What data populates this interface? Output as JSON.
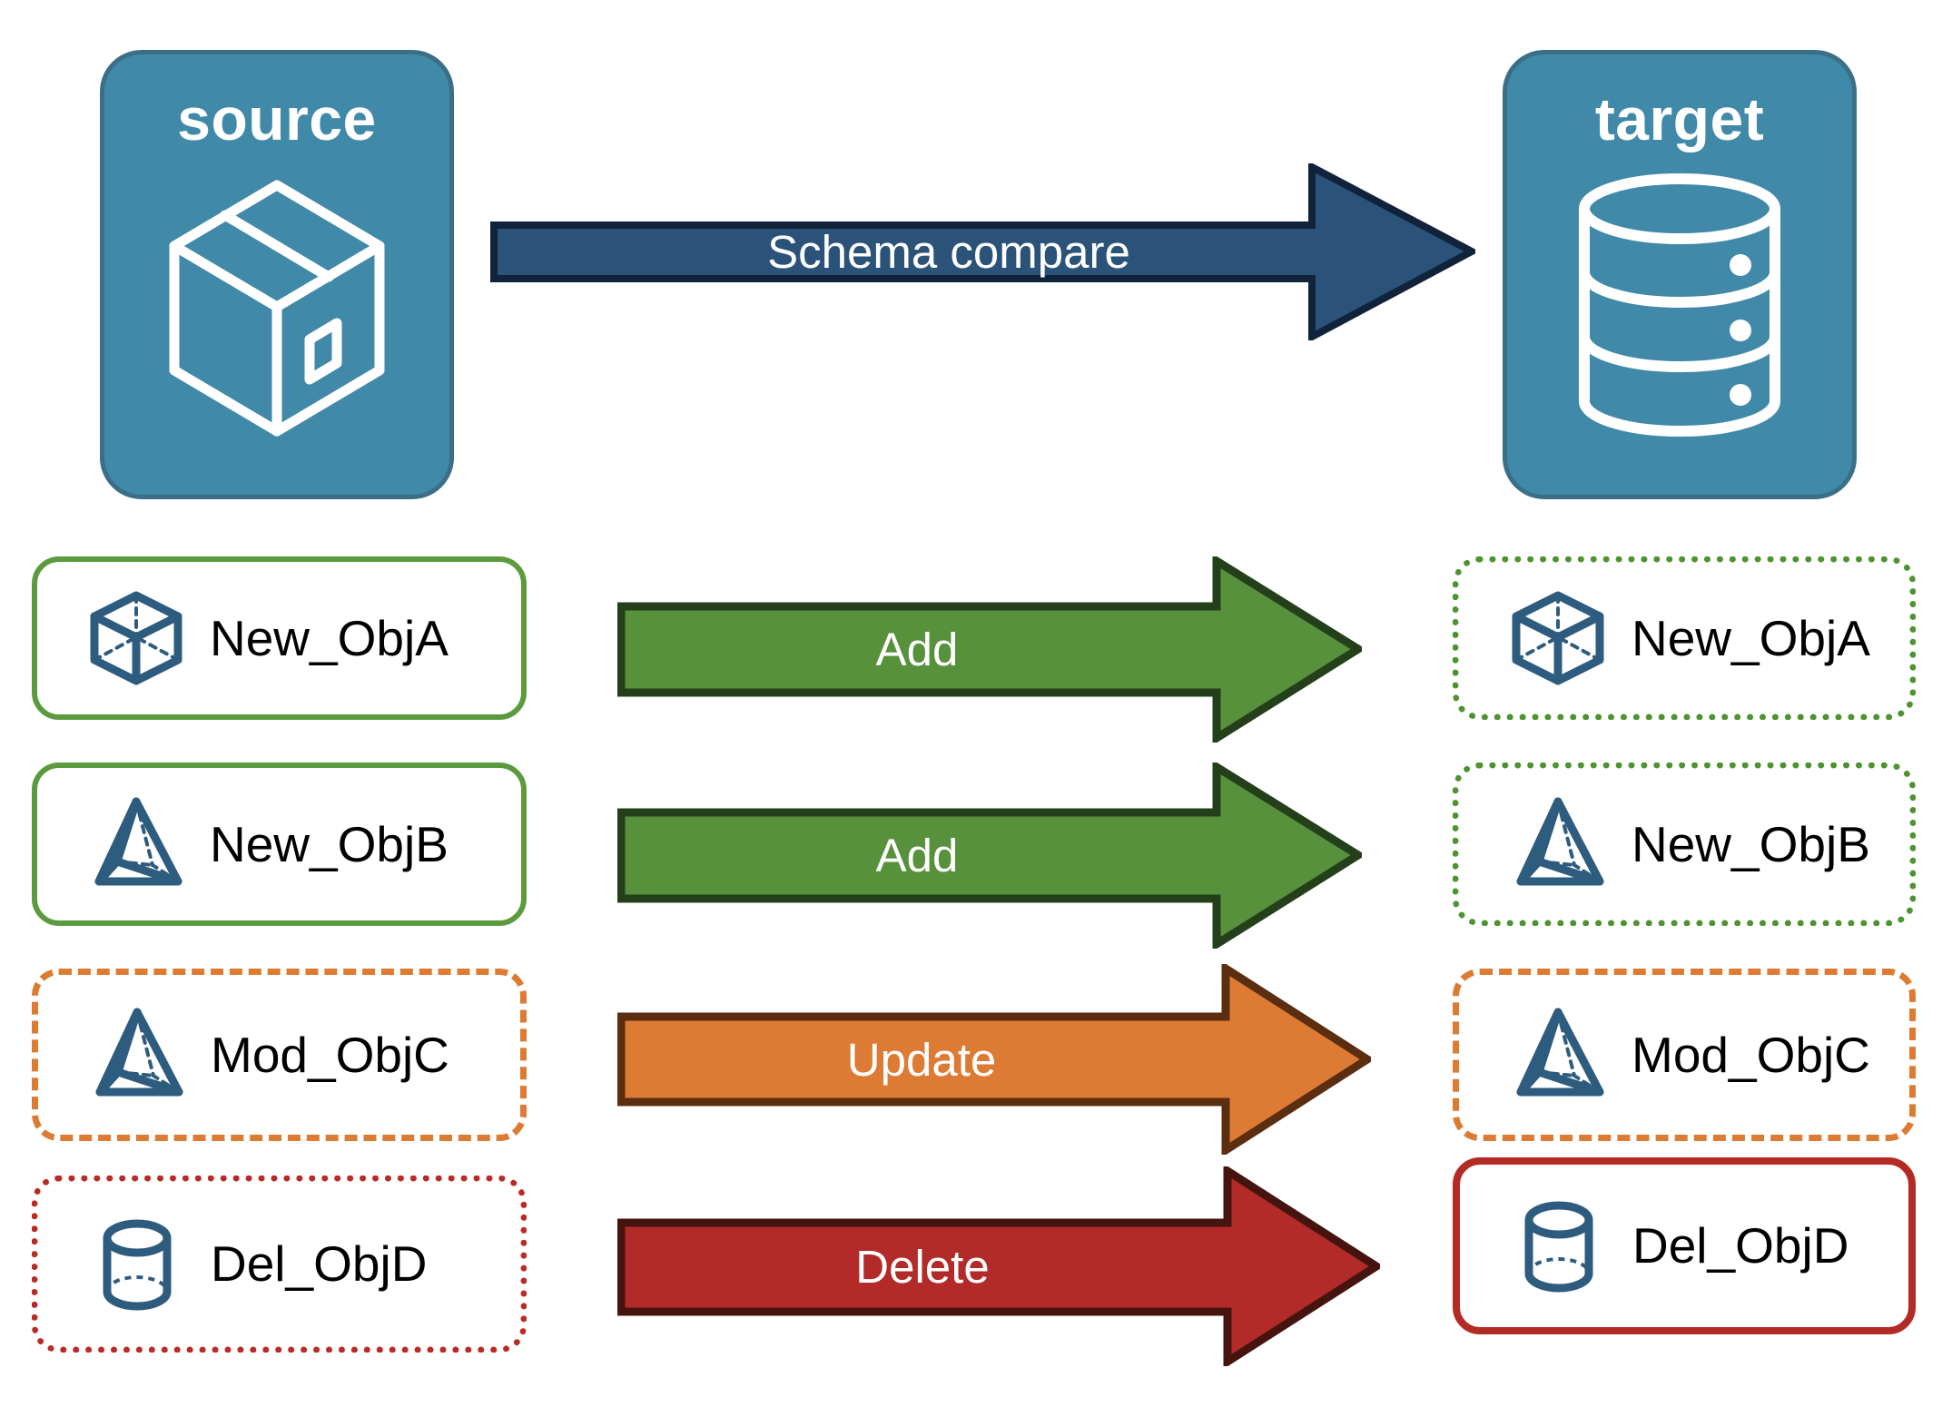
{
  "diagram": {
    "title_semantic": "schema-compare-flow"
  },
  "endpoints": {
    "source": {
      "label": "source",
      "icon": "package-box-icon",
      "fill": "#4189A8",
      "stroke": "#3A6F87"
    },
    "target": {
      "label": "target",
      "icon": "database-cylinder-icon",
      "fill": "#4189A8",
      "stroke": "#3A6F87"
    }
  },
  "main_arrow": {
    "label": "Schema compare",
    "fill": "#2B5379",
    "stroke": "#10233B",
    "text_color": "#FFFFFF"
  },
  "rows": [
    {
      "action": "Add",
      "arrow_fill": "#57913C",
      "arrow_stroke": "#24401A",
      "source": {
        "label": "New_ObjA",
        "icon": "wireframe-cube-icon",
        "border_style": "solid",
        "border_color": "#5B9B3E"
      },
      "target": {
        "label": "New_ObjA",
        "icon": "wireframe-cube-icon",
        "border_style": "dotted",
        "border_color": "#4E9331"
      }
    },
    {
      "action": "Add",
      "arrow_fill": "#57913C",
      "arrow_stroke": "#24401A",
      "source": {
        "label": "New_ObjB",
        "icon": "wireframe-pyramid-icon",
        "border_style": "solid",
        "border_color": "#5B9B3E"
      },
      "target": {
        "label": "New_ObjB",
        "icon": "wireframe-pyramid-icon",
        "border_style": "dotted",
        "border_color": "#4E9331"
      }
    },
    {
      "action": "Update",
      "arrow_fill": "#DD7B34",
      "arrow_stroke": "#5C2E11",
      "source": {
        "label": "Mod_ObjC",
        "icon": "wireframe-pyramid-icon",
        "border_style": "dashed",
        "border_color": "#DE7B32"
      },
      "target": {
        "label": "Mod_ObjC",
        "icon": "wireframe-pyramid-icon",
        "border_style": "dashed",
        "border_color": "#DE7B32"
      }
    },
    {
      "action": "Delete",
      "arrow_fill": "#B32B28",
      "arrow_stroke": "#45140E",
      "source": {
        "label": "Del_ObjD",
        "icon": "wireframe-cylinder-icon",
        "border_style": "dotted",
        "border_color": "#BB2B26"
      },
      "target": {
        "label": "Del_ObjD",
        "icon": "wireframe-cylinder-icon",
        "border_style": "solid",
        "border_color": "#B32B25"
      }
    }
  ],
  "palette": {
    "icon_blue": "#2E5C7E",
    "card_background": "#FFFFFF",
    "page_background": "#FFFFFF"
  }
}
